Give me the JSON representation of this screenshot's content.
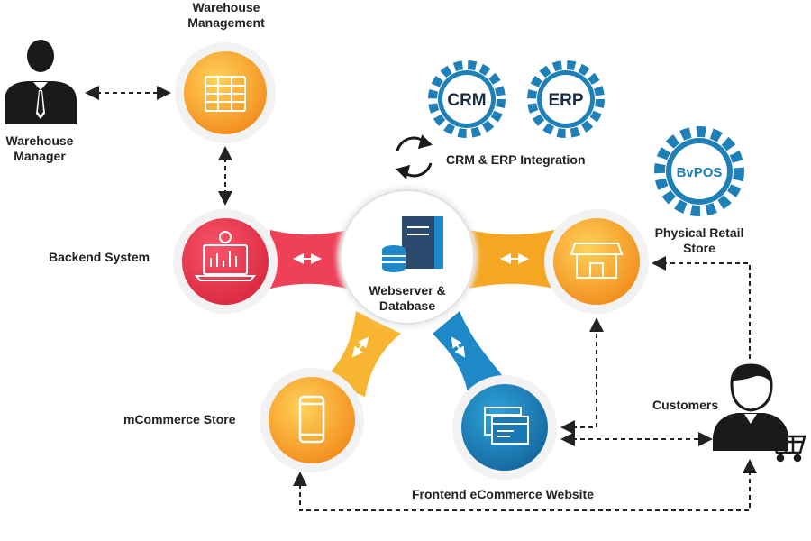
{
  "nodes": {
    "warehouse_management": "Warehouse Management",
    "warehouse_manager": "Warehouse Manager",
    "backend_system": "Backend System",
    "webserver_database": "Webserver & Database",
    "mcommerce_store": "mCommerce Store",
    "frontend_website": "Frontend eCommerce Website",
    "physical_retail_store": "Physical Retail Store",
    "customers": "Customers",
    "crm_erp_integration": "CRM & ERP Integration"
  },
  "gears": {
    "crm": "CRM",
    "erp": "ERP",
    "bvpos": "BvPOS"
  },
  "colors": {
    "orange_light": "#fbbf3a",
    "orange_dark": "#f08a1c",
    "red": "#ee4057",
    "blue": "#1f88c6",
    "gear_blue": "#1f7fb7",
    "icon_navy": "#2a4a6e",
    "dark": "#222222"
  }
}
